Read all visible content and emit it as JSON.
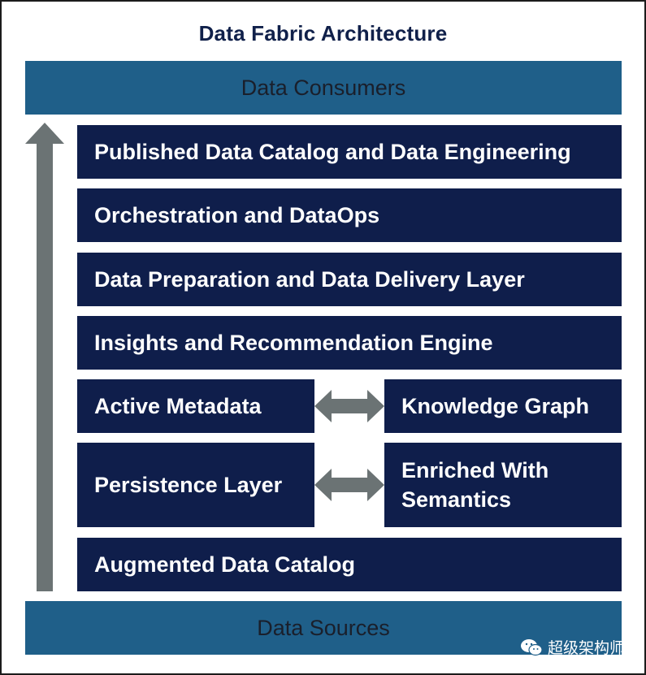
{
  "title": "Data Fabric Architecture",
  "top_band": "Data Consumers",
  "bottom_band": "Data Sources",
  "layers": {
    "l1": "Published Data Catalog and Data Engineering",
    "l2": "Orchestration and DataOps",
    "l3": "Data Preparation and Data Delivery Layer",
    "l4": "Insights and Recommendation Engine",
    "l5_left": "Active Metadata",
    "l5_right": "Knowledge Graph",
    "l6_left": "Persistence Layer",
    "l6_right_line1": "Enriched With",
    "l6_right_line2": "Semantics",
    "l7": "Augmented Data Catalog"
  },
  "watermark": "超级架构师",
  "colors": {
    "band": "#1f5f89",
    "box": "#0f1e4b",
    "arrow": "#6b7374",
    "title": "#10204a"
  },
  "icons": {
    "up_arrow": "up-arrow-icon",
    "bidirectional": "double-arrow-icon",
    "brand": "wechat-logo-icon"
  }
}
